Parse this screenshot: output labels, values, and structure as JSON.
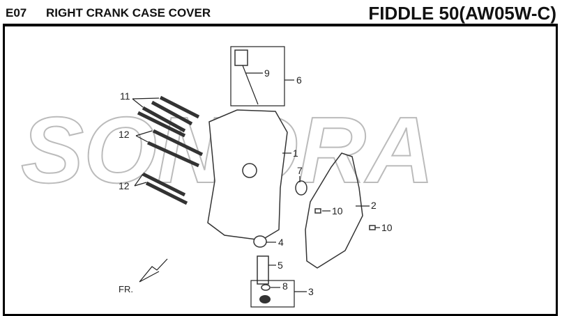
{
  "header": {
    "code": "E07",
    "title": "RIGHT CRANK CASE COVER",
    "model": "FIDDLE 50(AW05W-C)"
  },
  "watermark": "SONORA",
  "callouts": [
    "1",
    "2",
    "3",
    "4",
    "5",
    "6",
    "7",
    "8",
    "9",
    "10",
    "10",
    "11",
    "12",
    "12"
  ],
  "direction_label": "FR."
}
